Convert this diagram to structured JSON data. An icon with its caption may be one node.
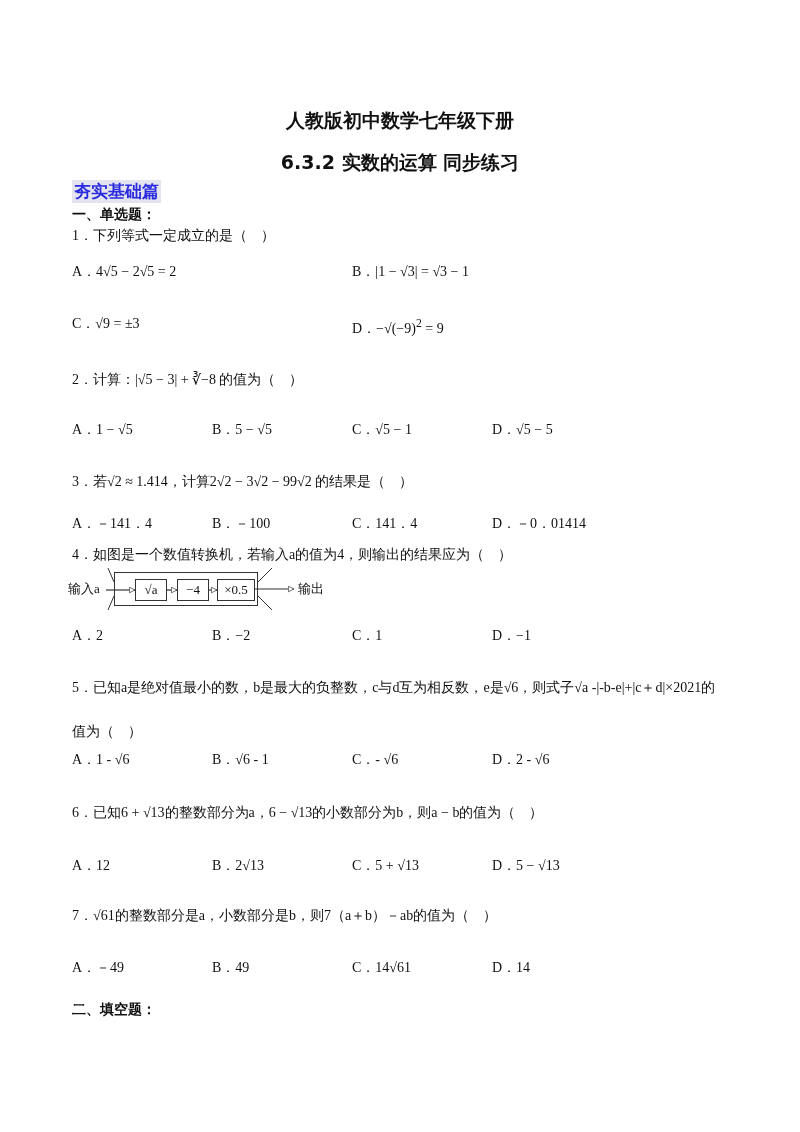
{
  "diagram": {
    "title": "人教版初中数学七年级下册",
    "nodes": [
      {
        "text": [
          "输入a"
        ]
      },
      {
        "text": [],
        "shape": "box"
      },
      {
        "text": [
          "√a"
        ],
        "in": 1
      },
      {
        "text": [
          "−4"
        ],
        "in": 1
      },
      {
        "text": [
          "×0.5"
        ],
        "in": 1
      },
      {
        "text": [
          "输出"
        ]
      }
    ],
    "edges": [
      {
        "from": 0,
        "to": 2,
        "arrow": "to"
      },
      {
        "from": 2,
        "to": 3,
        "arrow": "to"
      },
      {
        "from": 3,
        "to": 4,
        "arrow": "to"
      },
      {
        "from": 4,
        "to": 5,
        "arrow": "to"
      }
    ],
    "labels": [
      "6.3.2 实数的运算 同步练习",
      "夯实基础篇",
      "一、单选题：",
      "1．下列等式一定成立的是（　）",
      "A．4√5 − 2√5 = 2",
      "B．|1 − √3| = √3 − 1",
      "C．√9 = ±3",
      "D．−√(−9)$^{2}$ = 9",
      "2．计算：|√5 − 3| + ∛−8 的值为（　）",
      "A．1 − √5",
      "B．5 − √5",
      "C．√5 − 1",
      "D．√5 − 5",
      "3．若√2 ≈ 1.414，计算2√2 − 3√2 − 99√2 的结果是（　）",
      "A．－141．4",
      "B．－100",
      "C．141．4",
      "D．－0．01414",
      "4．如图是一个数值转换机，若输入a的值为4，则输出的结果应为（　）",
      "A．2",
      "B．−2",
      "C．1",
      "D．−1",
      "5．已知a是绝对值最小的数，b是最大的负整数，c与d互为相反数，e是√6，则式子√a -|-b-e|+|c＋d|×2021的值为（　）",
      "A．1 - √6",
      "B．√6 - 1",
      "C．- √6",
      "D．2 - √6",
      "6．已知6 + √13的整数部分为a，6 − √13的小数部分为b，则a − b的值为（　）",
      "A．12",
      "B．2√13",
      "C．5 + √13",
      "D．5 − √13",
      "7．√61的整数部分是a，小数部分是b，则7（a＋b）－ab的值为（　）",
      "A．－49",
      "B．49",
      "C．14√61",
      "D．14",
      "二、填空题："
    ]
  }
}
